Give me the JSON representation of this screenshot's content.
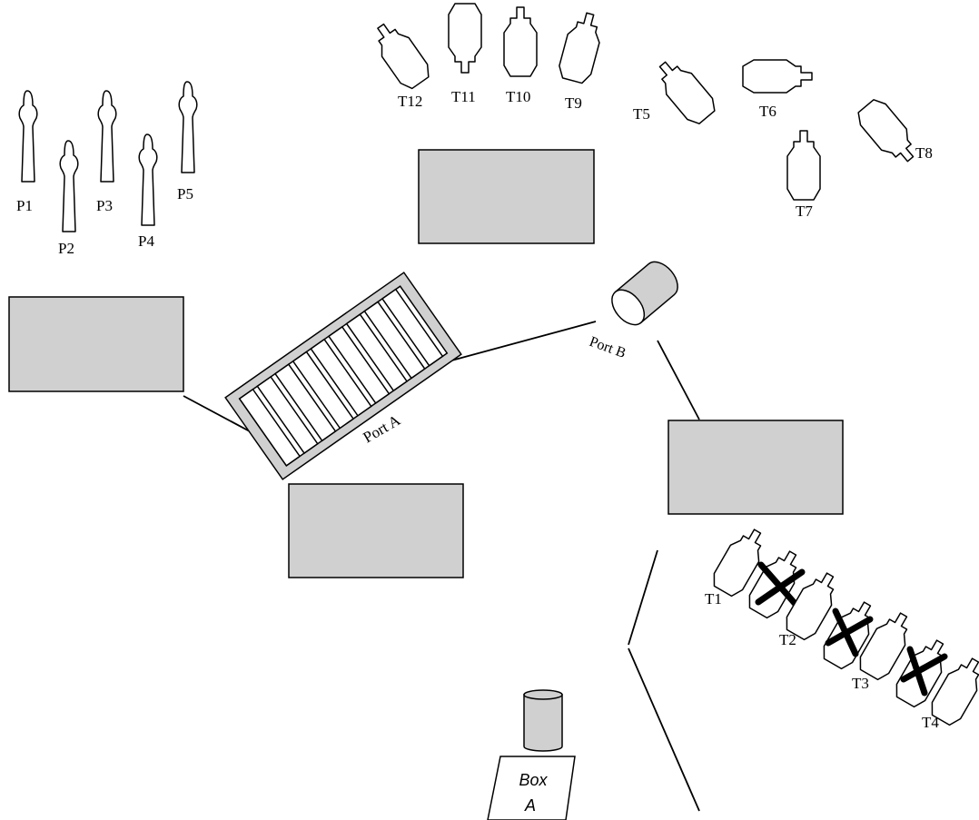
{
  "people": [
    {
      "id": "p1",
      "label": "P1"
    },
    {
      "id": "p2",
      "label": "P2"
    },
    {
      "id": "p3",
      "label": "P3"
    },
    {
      "id": "p4",
      "label": "P4"
    },
    {
      "id": "p5",
      "label": "P5"
    }
  ],
  "targets_top": [
    {
      "id": "t12",
      "label": "T12"
    },
    {
      "id": "t11",
      "label": "T11"
    },
    {
      "id": "t10",
      "label": "T10"
    },
    {
      "id": "t9",
      "label": "T9"
    },
    {
      "id": "t5",
      "label": "T5"
    },
    {
      "id": "t6",
      "label": "T6"
    },
    {
      "id": "t7",
      "label": "T7"
    },
    {
      "id": "t8",
      "label": "T8"
    }
  ],
  "targets_row": [
    {
      "id": "t1",
      "label": "T1"
    },
    {
      "id": "t2",
      "label": "T2"
    },
    {
      "id": "t3",
      "label": "T3"
    },
    {
      "id": "t4",
      "label": "T4"
    }
  ],
  "ports": {
    "port_a": "Port A",
    "port_b": "Port B"
  },
  "box": {
    "line1": "Box",
    "line2": "A"
  },
  "colors": {
    "block_fill": "#d0d0d0",
    "stroke": "#000000",
    "background": "#ffffff"
  }
}
